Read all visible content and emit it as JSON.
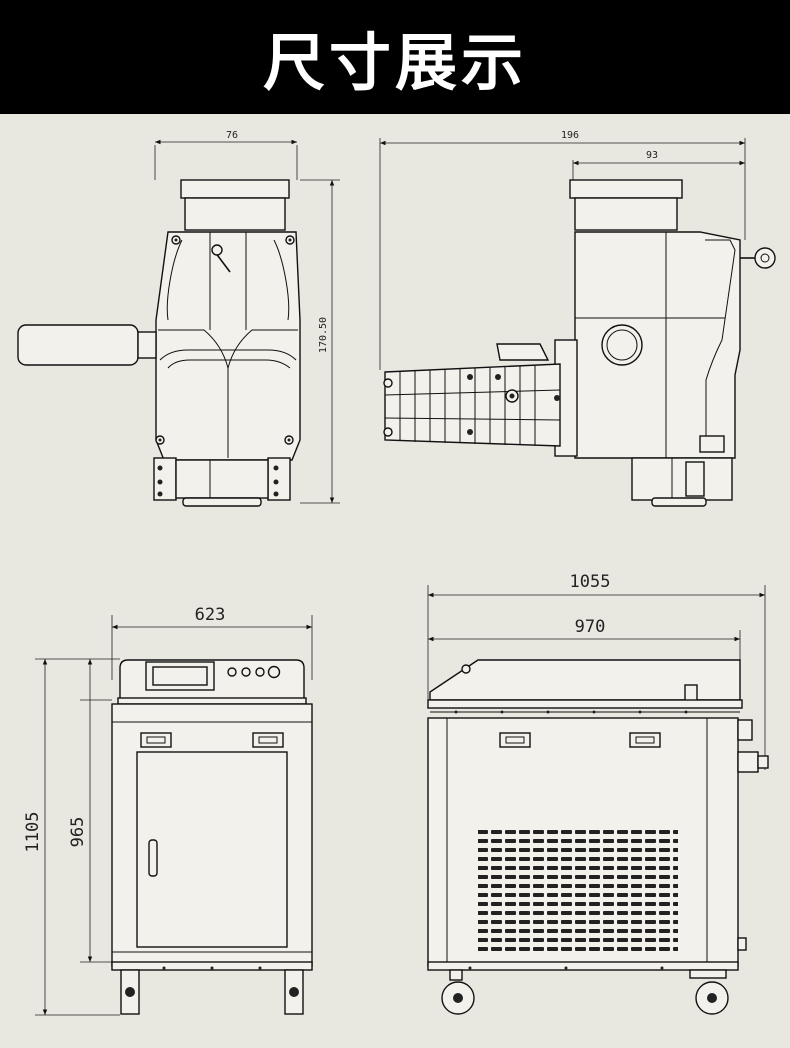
{
  "header": {
    "title": "尺寸展示"
  },
  "colors": {
    "header_bg": "#000000",
    "page_bg": "#e8e7e0",
    "line": "#111111"
  },
  "dimensions": {
    "gun_front_width": "76",
    "gun_front_height": "170.50",
    "gun_side_total": "196",
    "gun_side_partial": "93",
    "unit_front_width": "623",
    "unit_total_height": "1105",
    "unit_body_height": "965",
    "unit_side_total": "1055",
    "unit_side_body": "970"
  }
}
